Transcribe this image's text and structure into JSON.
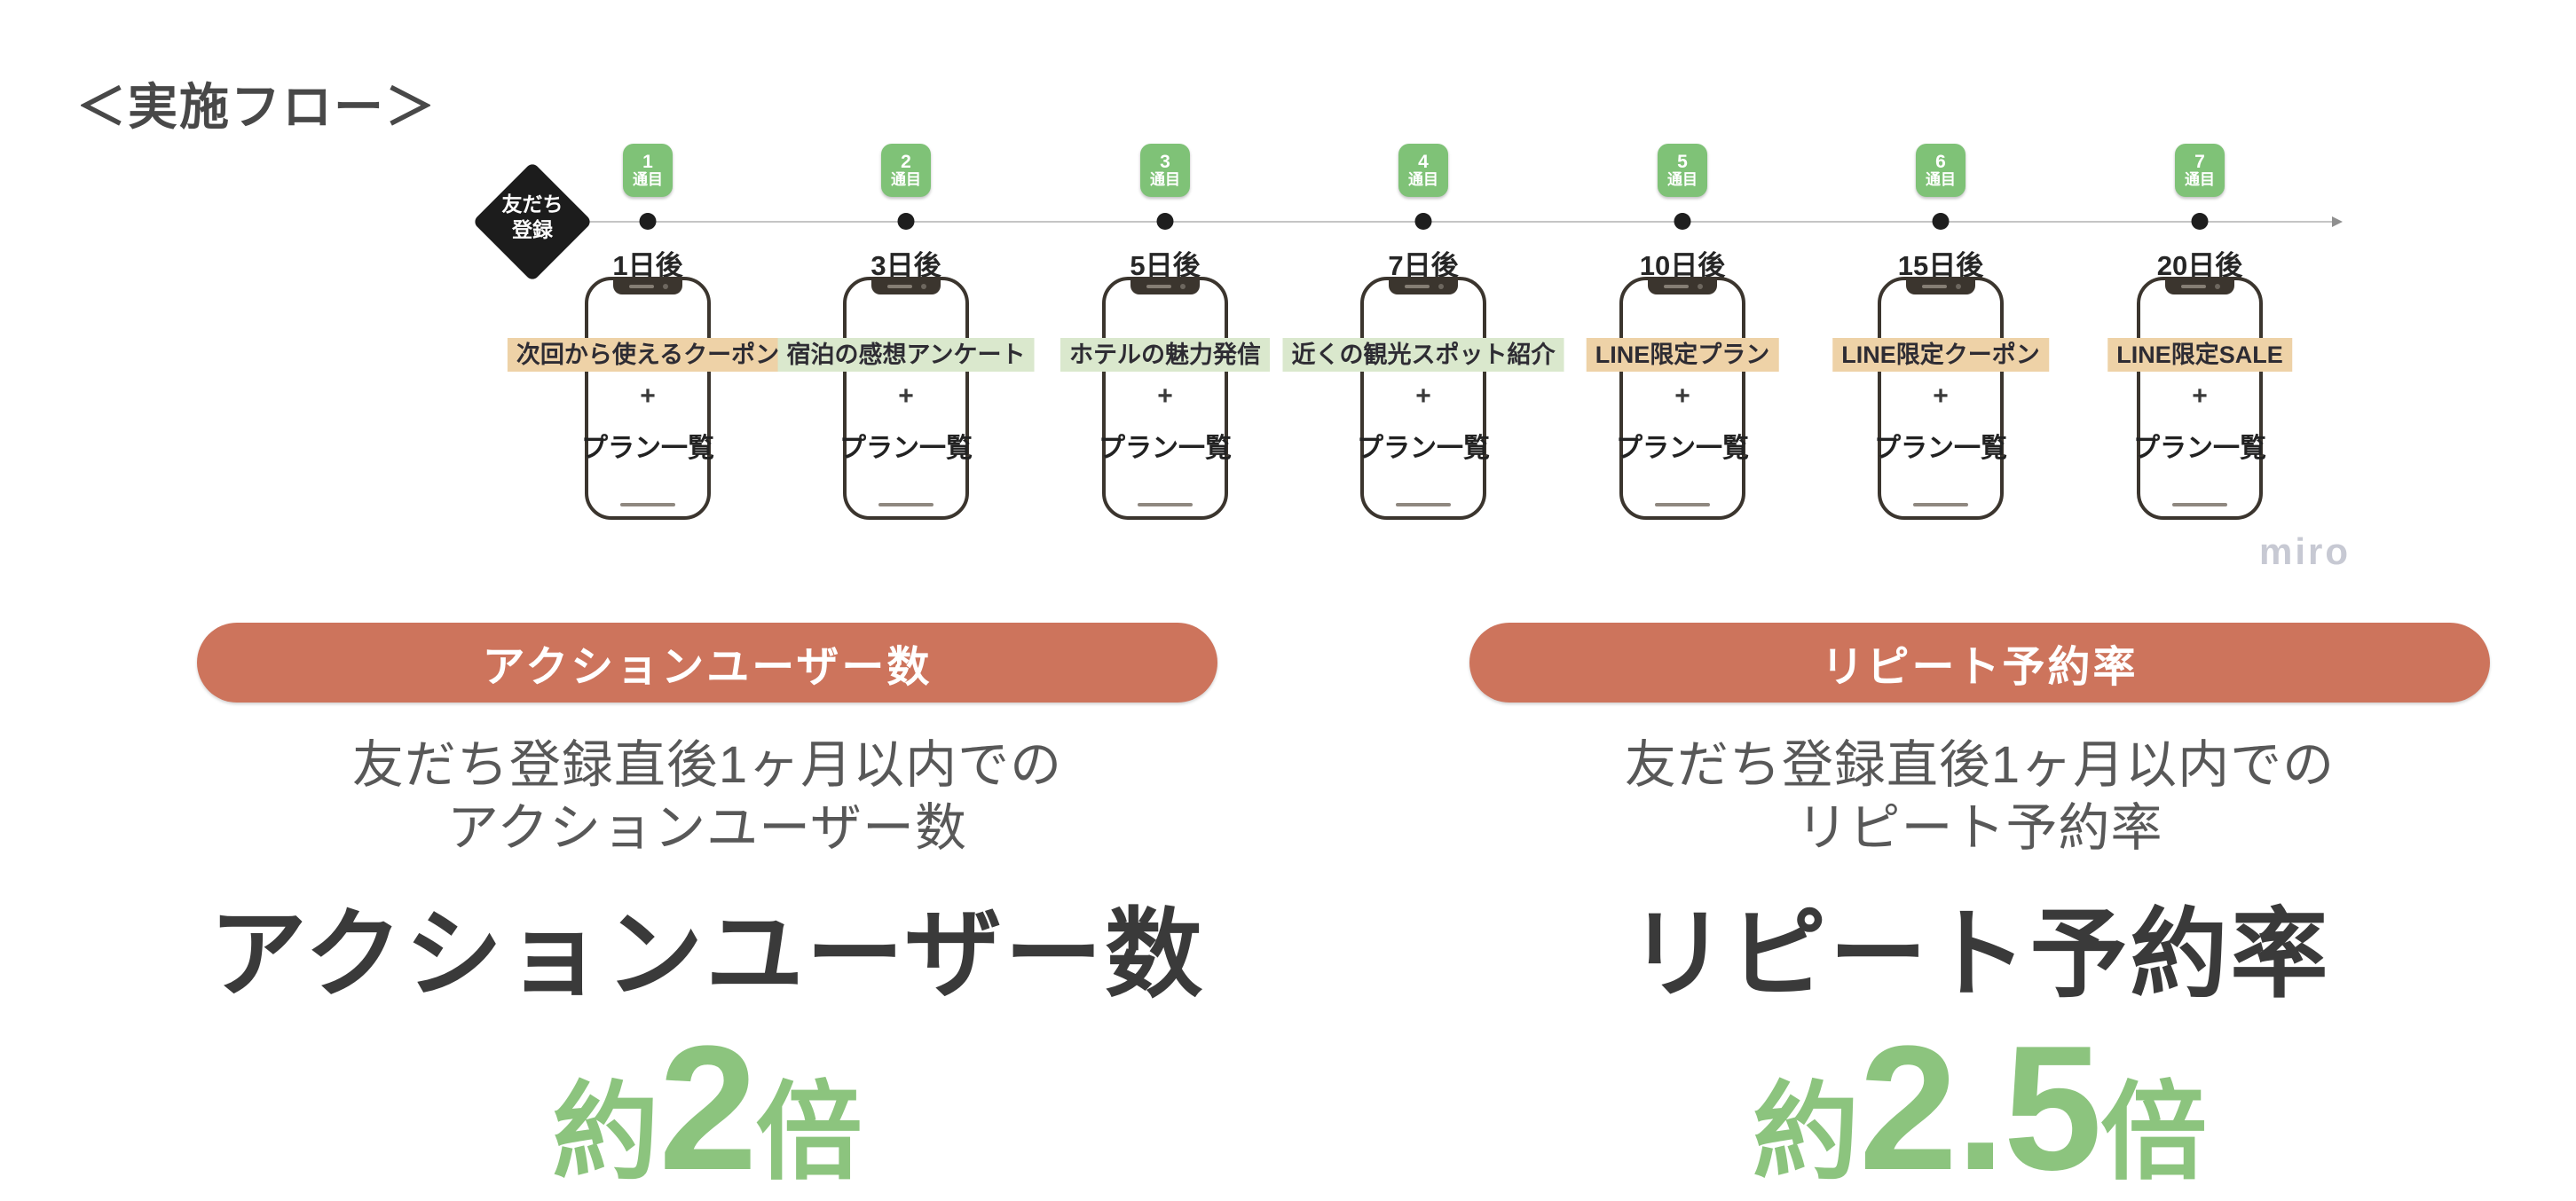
{
  "page": {
    "title": "＜実施フロー＞",
    "watermark": "miro"
  },
  "colors": {
    "accent_salmon": "#cd745c",
    "accent_green": "#8cc47e",
    "badge_green": "#7fc277",
    "highlight_orange": "#eed2a7",
    "highlight_green": "#dae8cd",
    "diamond_black": "#1c1c1c",
    "watermark_gray": "#c7c9d3"
  },
  "flow": {
    "start_label_line1": "友だち",
    "start_label_line2": "登録",
    "steps": [
      {
        "number": "1",
        "unit": "通目",
        "day": "1日後",
        "message": "次回から使えるクーポン",
        "highlight": "orange",
        "plus": "+",
        "plan": "プラン一覧"
      },
      {
        "number": "2",
        "unit": "通目",
        "day": "3日後",
        "message": "宿泊の感想アンケート",
        "highlight": "green",
        "plus": "+",
        "plan": "プラン一覧"
      },
      {
        "number": "3",
        "unit": "通目",
        "day": "5日後",
        "message": "ホテルの魅力発信",
        "highlight": "green",
        "plus": "+",
        "plan": "プラン一覧"
      },
      {
        "number": "4",
        "unit": "通目",
        "day": "7日後",
        "message": "近くの観光スポット紹介",
        "highlight": "green",
        "plus": "+",
        "plan": "プラン一覧"
      },
      {
        "number": "5",
        "unit": "通目",
        "day": "10日後",
        "message": "LINE限定プラン",
        "highlight": "orange",
        "plus": "+",
        "plan": "プラン一覧"
      },
      {
        "number": "6",
        "unit": "通目",
        "day": "15日後",
        "message": "LINE限定クーポン",
        "highlight": "orange",
        "plus": "+",
        "plan": "プラン一覧"
      },
      {
        "number": "7",
        "unit": "通目",
        "day": "20日後",
        "message": "LINE限定SALE",
        "highlight": "orange",
        "plus": "+",
        "plan": "プラン一覧"
      }
    ]
  },
  "results": [
    {
      "header": "アクションユーザー数",
      "desc_line1": "友だち登録直後1ヶ月以内での",
      "desc_line2": "アクションユーザー数",
      "metric": "アクションユーザー数",
      "prefix": "約",
      "value": "2",
      "suffix": "倍"
    },
    {
      "header": "リピート予約率",
      "desc_line1": "友だち登録直後1ヶ月以内での",
      "desc_line2": "リピート予約率",
      "metric": "リピート予約率",
      "prefix": "約",
      "value": "2.5",
      "suffix": "倍"
    }
  ]
}
